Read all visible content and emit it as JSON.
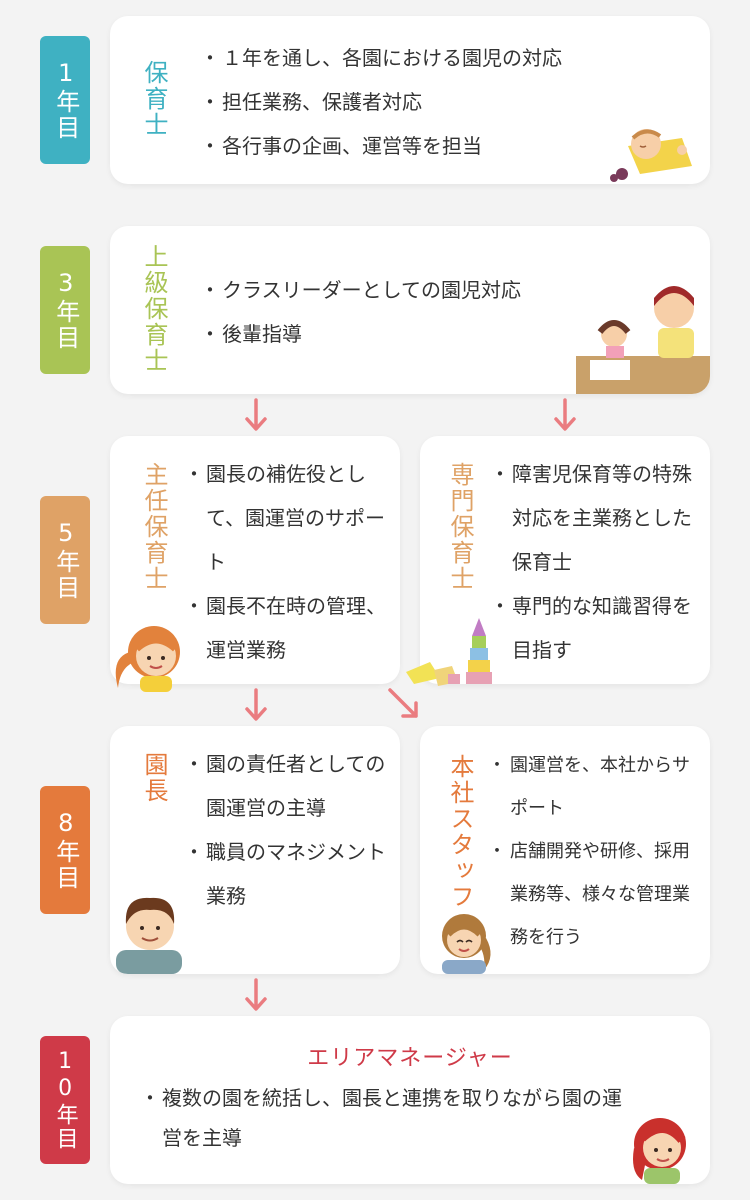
{
  "colors": {
    "year1": "#3fb1c2",
    "year3": "#a9c455",
    "year5": "#dfa266",
    "year8": "#e47a3c",
    "year10": "#cf3a48",
    "arrow": "#ea7c80"
  },
  "year1": {
    "badge": "1年目",
    "role": "保育士",
    "items": [
      "１年を通し、各園における園児の対応",
      "担任業務、保護者対応",
      "各行事の企画、運営等を担当"
    ]
  },
  "year3": {
    "badge": "3年目",
    "role": "上級保育士",
    "items": [
      "クラスリーダーとしての園児対応",
      "後輩指導"
    ]
  },
  "year5": {
    "badge": "5年目",
    "left": {
      "role": "主任保育士",
      "items": [
        "園長の補佐役として、園運営のサポート",
        "園長不在時の管理、運営業務"
      ]
    },
    "right": {
      "role": "専門保育士",
      "items": [
        "障害児保育等の特殊対応を主業務とした保育士",
        "専門的な知識習得を目指す"
      ]
    }
  },
  "year8": {
    "badge": "8年目",
    "left": {
      "role": "園長",
      "items": [
        "園の責任者としての園運営の主導",
        "職員のマネジメント業務"
      ]
    },
    "right": {
      "role": "本社スタッフ",
      "items": [
        "園運営を、本社からサポート",
        "店舗開発や研修、採用業務等、様々な管理業務を行う"
      ]
    }
  },
  "year10": {
    "badge": "10年目",
    "role": "エリアマネージャー",
    "items": [
      "複数の園を統括し、園長と連携を取りながら園の運営を主導"
    ]
  }
}
